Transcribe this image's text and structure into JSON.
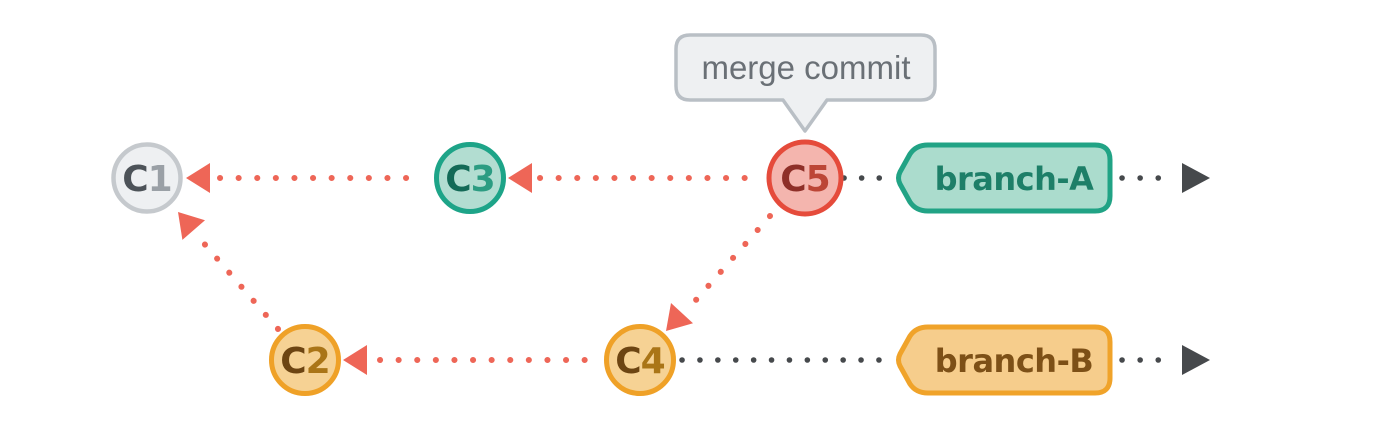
{
  "tooltip": {
    "text": "merge commit",
    "fill": "#eef0f2",
    "stroke": "#b9bfc5",
    "text_color": "#6a7076"
  },
  "commits": [
    {
      "id": "C1",
      "prefix": "C",
      "num": "1",
      "fill": "#eef0f2",
      "stroke": "#c5c9cd",
      "prefix_color": "#4d5359",
      "num_color": "#9aa0a6"
    },
    {
      "id": "C2",
      "prefix": "C",
      "num": "2",
      "fill": "#f6d294",
      "stroke": "#efa127",
      "prefix_color": "#6d4512",
      "num_color": "#aa7517"
    },
    {
      "id": "C3",
      "prefix": "C",
      "num": "3",
      "fill": "#b2ddd1",
      "stroke": "#1da488",
      "prefix_color": "#136a57",
      "num_color": "#2c9c82"
    },
    {
      "id": "C4",
      "prefix": "C",
      "num": "4",
      "fill": "#f6d294",
      "stroke": "#efa127",
      "prefix_color": "#6d4512",
      "num_color": "#aa7517"
    },
    {
      "id": "C5",
      "prefix": "C",
      "num": "5",
      "fill": "#f4b5ae",
      "stroke": "#e54b3b",
      "prefix_color": "#8e2f28",
      "num_color": "#bc4636"
    }
  ],
  "branches": [
    {
      "label": "branch-A",
      "fill": "#abdccd",
      "stroke": "#21a385",
      "text_color": "#1d7f68"
    },
    {
      "label": "branch-B",
      "fill": "#f6cd8c",
      "stroke": "#f0a32a",
      "text_color": "#7d5017"
    }
  ],
  "edges": {
    "parent_color": "#ee6657",
    "timeline_color": "#46494c",
    "links": [
      {
        "from": "C3",
        "to": "C1"
      },
      {
        "from": "C5",
        "to": "C3"
      },
      {
        "from": "C5",
        "to": "C4"
      },
      {
        "from": "C4",
        "to": "C2"
      },
      {
        "from": "C2",
        "to": "C1"
      }
    ]
  }
}
